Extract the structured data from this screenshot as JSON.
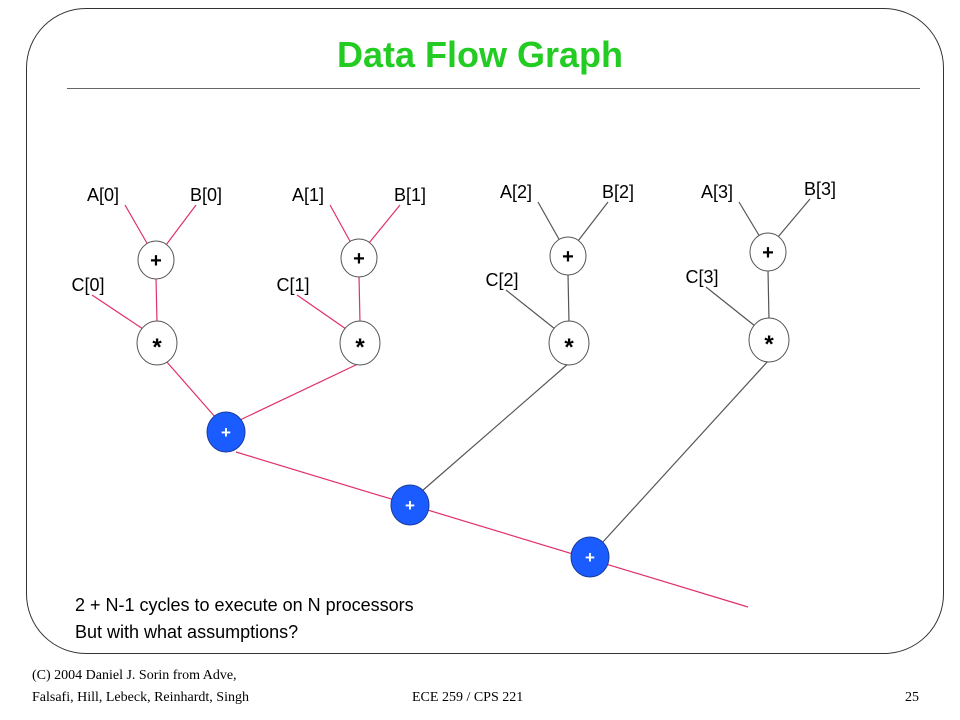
{
  "slide": {
    "title": "Data Flow Graph",
    "notes": [
      "2 + N-1 cycles to execute on N processors",
      "But with what assumptions?"
    ],
    "footer": {
      "credit_line1": "(C) 2004 Daniel J. Sorin from Adve,",
      "credit_line2": "Falsafi, Hill, Lebeck, Reinhardt, Singh",
      "course": "ECE 259 / CPS 221",
      "page": "25"
    }
  },
  "diagram": {
    "colors": {
      "accent_title": "#22cc22",
      "edge_pink": "#e0306a",
      "edge_gray": "#555555",
      "reduction_fill": "#1a5cff"
    },
    "columns": [
      {
        "a": "A[0]",
        "b": "B[0]",
        "c": "C[0]",
        "add": "+",
        "mul": "*"
      },
      {
        "a": "A[1]",
        "b": "B[1]",
        "c": "C[1]",
        "add": "+",
        "mul": "*"
      },
      {
        "a": "A[2]",
        "b": "B[2]",
        "c": "C[2]",
        "add": "+",
        "mul": "*"
      },
      {
        "a": "A[3]",
        "b": "B[3]",
        "c": "C[3]",
        "add": "+",
        "mul": "*"
      }
    ],
    "reduction": [
      "+",
      "+",
      "+"
    ]
  }
}
